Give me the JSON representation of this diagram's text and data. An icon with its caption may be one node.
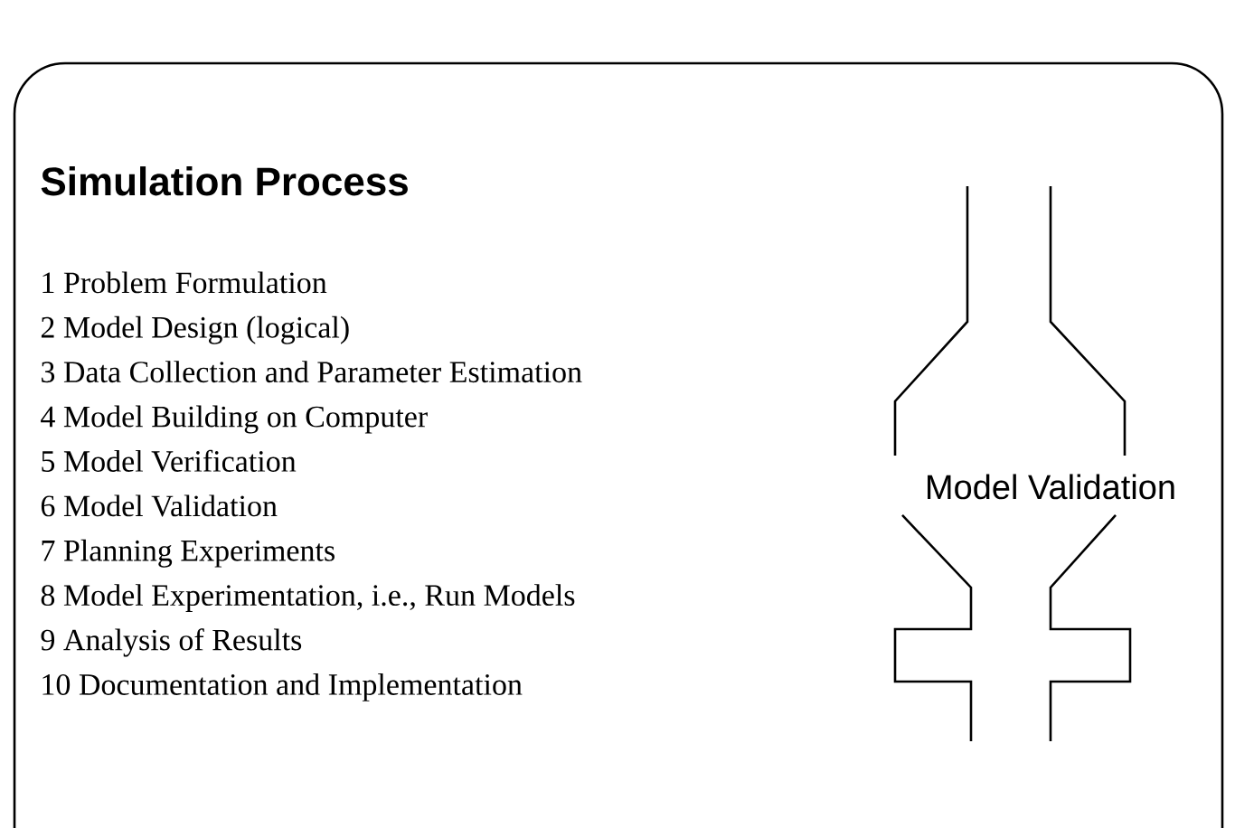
{
  "diagram": {
    "title": "Simulation Process",
    "labels": [
      "1 Problem Formulation",
      "2 Model Design (logical)",
      "3 Data Collection and Parameter Estimation",
      "4 Model Building on Computer",
      "5 Model Verification",
      "6 Model Validation",
      "7 Planning Experiments",
      "8 Model Experimentation, i.e., Run Models",
      "9 Analysis of Results",
      "10 Documentation and Implementation",
      "Model Validation"
    ]
  }
}
